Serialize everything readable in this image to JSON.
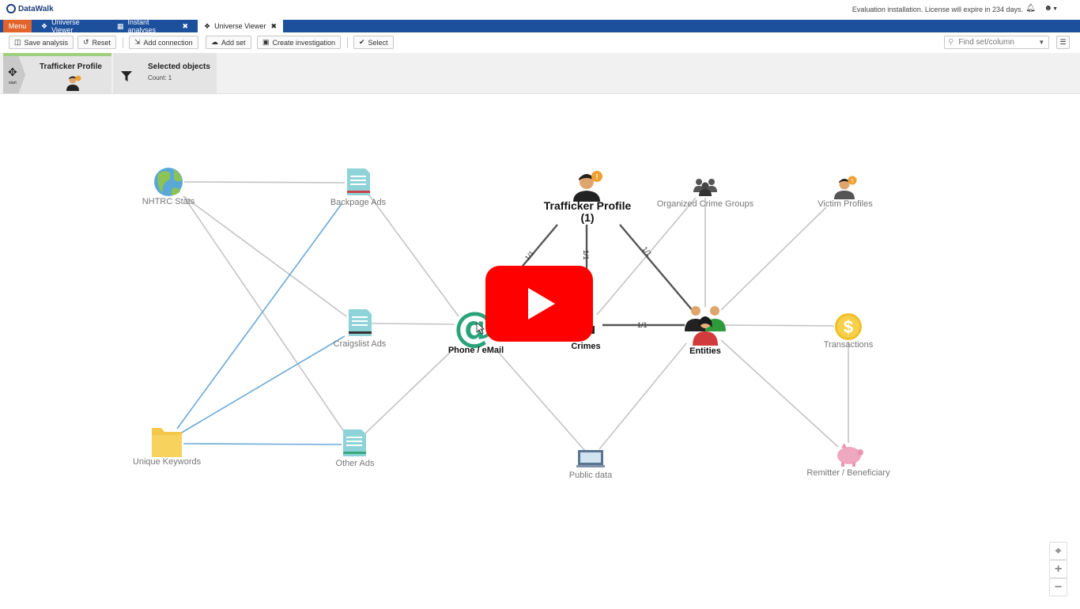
{
  "app": {
    "logo_text": "DataWalk",
    "license_text": "Evaluation installation. License will expire in 234 days."
  },
  "tabs": {
    "menu_label": "Menu",
    "items": [
      {
        "label": "Universe Viewer",
        "closable": false,
        "active": false
      },
      {
        "label": "Instant analyses",
        "closable": true,
        "active": false
      },
      {
        "label": "Universe Viewer",
        "closable": true,
        "active": true
      }
    ]
  },
  "toolbar": {
    "save_label": "Save analysis",
    "reset_label": "Reset",
    "add_connection_label": "Add connection",
    "add_set_label": "Add set",
    "create_investigation_label": "Create investigation",
    "select_label": "Select",
    "find_placeholder": "Find set/column"
  },
  "breadcrumb": {
    "start_label": "start",
    "step1_title": "Trafficker Profile",
    "step2_title": "Selected objects",
    "step2_count": "Count: 1"
  },
  "graph": {
    "nodes": {
      "nhtrc": "NHTRC Stats",
      "backpage": "Backpage Ads",
      "craigslist": "Craigslist Ads",
      "other_ads": "Other Ads",
      "keywords": "Unique Keywords",
      "phone": "Phone / eMail",
      "trafficker_title": "Trafficker Profile",
      "trafficker_count": "(1)",
      "crimes": "Crimes",
      "ocg": "Organized Crime Groups",
      "victims": "Victim Profiles",
      "entities": "Entities",
      "transactions": "Transactions",
      "public_data": "Public data",
      "remitter": "Remitter / Beneficiary"
    },
    "edge_labels": {
      "t_phone": "1/1",
      "t_crimes": "1/1",
      "t_entities": "1/1",
      "crimes_entities": "1/1"
    }
  },
  "colors": {
    "tab_bar": "#1c4f9c",
    "menu_tab": "#e0642b",
    "edge_grey": "#c4c4c4",
    "edge_blue": "#6aa9d8",
    "edge_dark": "#555555",
    "youtube_red": "#ff0000"
  },
  "icons": {
    "zoom_fit": "crosshair-icon",
    "zoom_in": "plus-icon",
    "zoom_out": "minus-icon"
  }
}
